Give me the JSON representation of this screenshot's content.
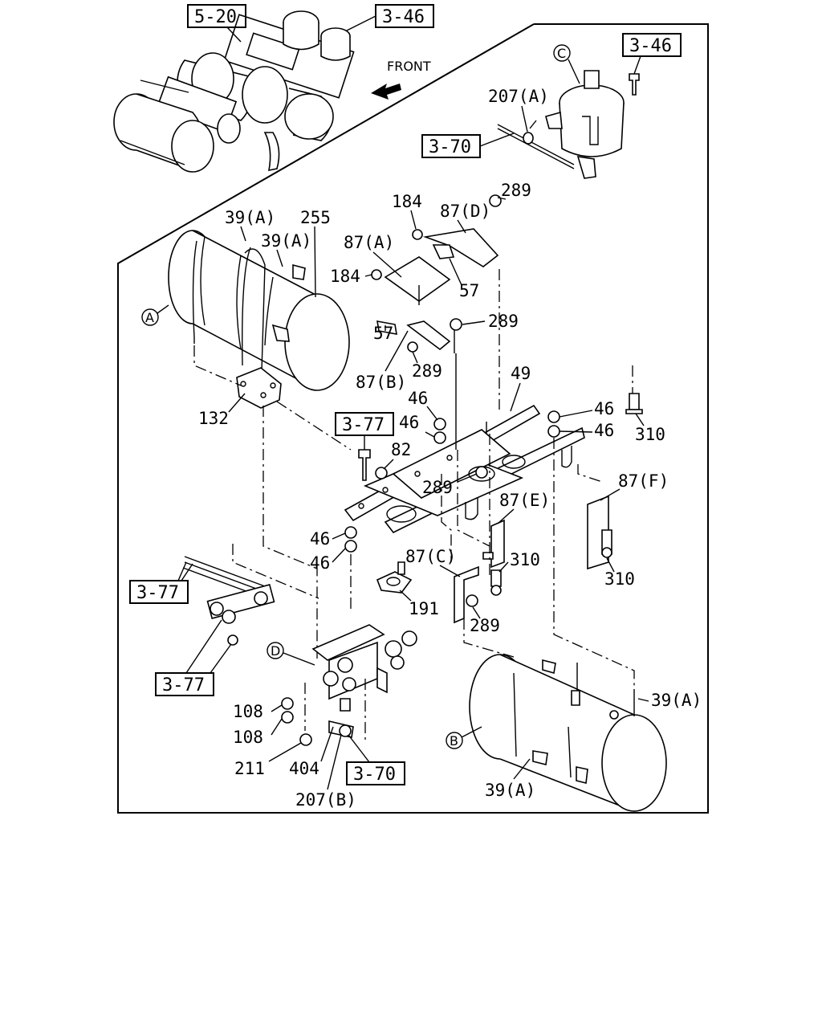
{
  "refs": {
    "r520": "5-20",
    "r346a": "3-46",
    "r346b": "3-46",
    "r370a": "3-70",
    "r377a": "3-77",
    "r377b": "3-77",
    "r377c": "3-77",
    "r370b": "3-70"
  },
  "front_label": "FRONT",
  "circles": {
    "A": "A",
    "B": "B",
    "C": "C",
    "D": "D"
  },
  "parts": {
    "p207a": "207(A)",
    "p184a": "184",
    "p87d": "87(D)",
    "p289a": "289",
    "p39a1": "39(A)",
    "p255": "255",
    "p39a2": "39(A)",
    "p87a": "87(A)",
    "p184b": "184",
    "p57a": "57",
    "p57b": "57",
    "p289b": "289",
    "p87b": "87(B)",
    "p289c": "289",
    "p49": "49",
    "p132": "132",
    "p46a": "46",
    "p46b": "46",
    "p46c": "46",
    "p46d": "46",
    "p310a": "310",
    "p82": "82",
    "p289d": "289",
    "p87f": "87(F)",
    "p87e": "87(E)",
    "p46e": "46",
    "p46f": "46",
    "p87c": "87(C)",
    "p310b": "310",
    "p310c": "310",
    "p191": "191",
    "p289e": "289",
    "p108a": "108",
    "p108b": "108",
    "p39a3": "39(A)",
    "p211": "211",
    "p404": "404",
    "p207b": "207(B)",
    "p39a4": "39(A)"
  }
}
